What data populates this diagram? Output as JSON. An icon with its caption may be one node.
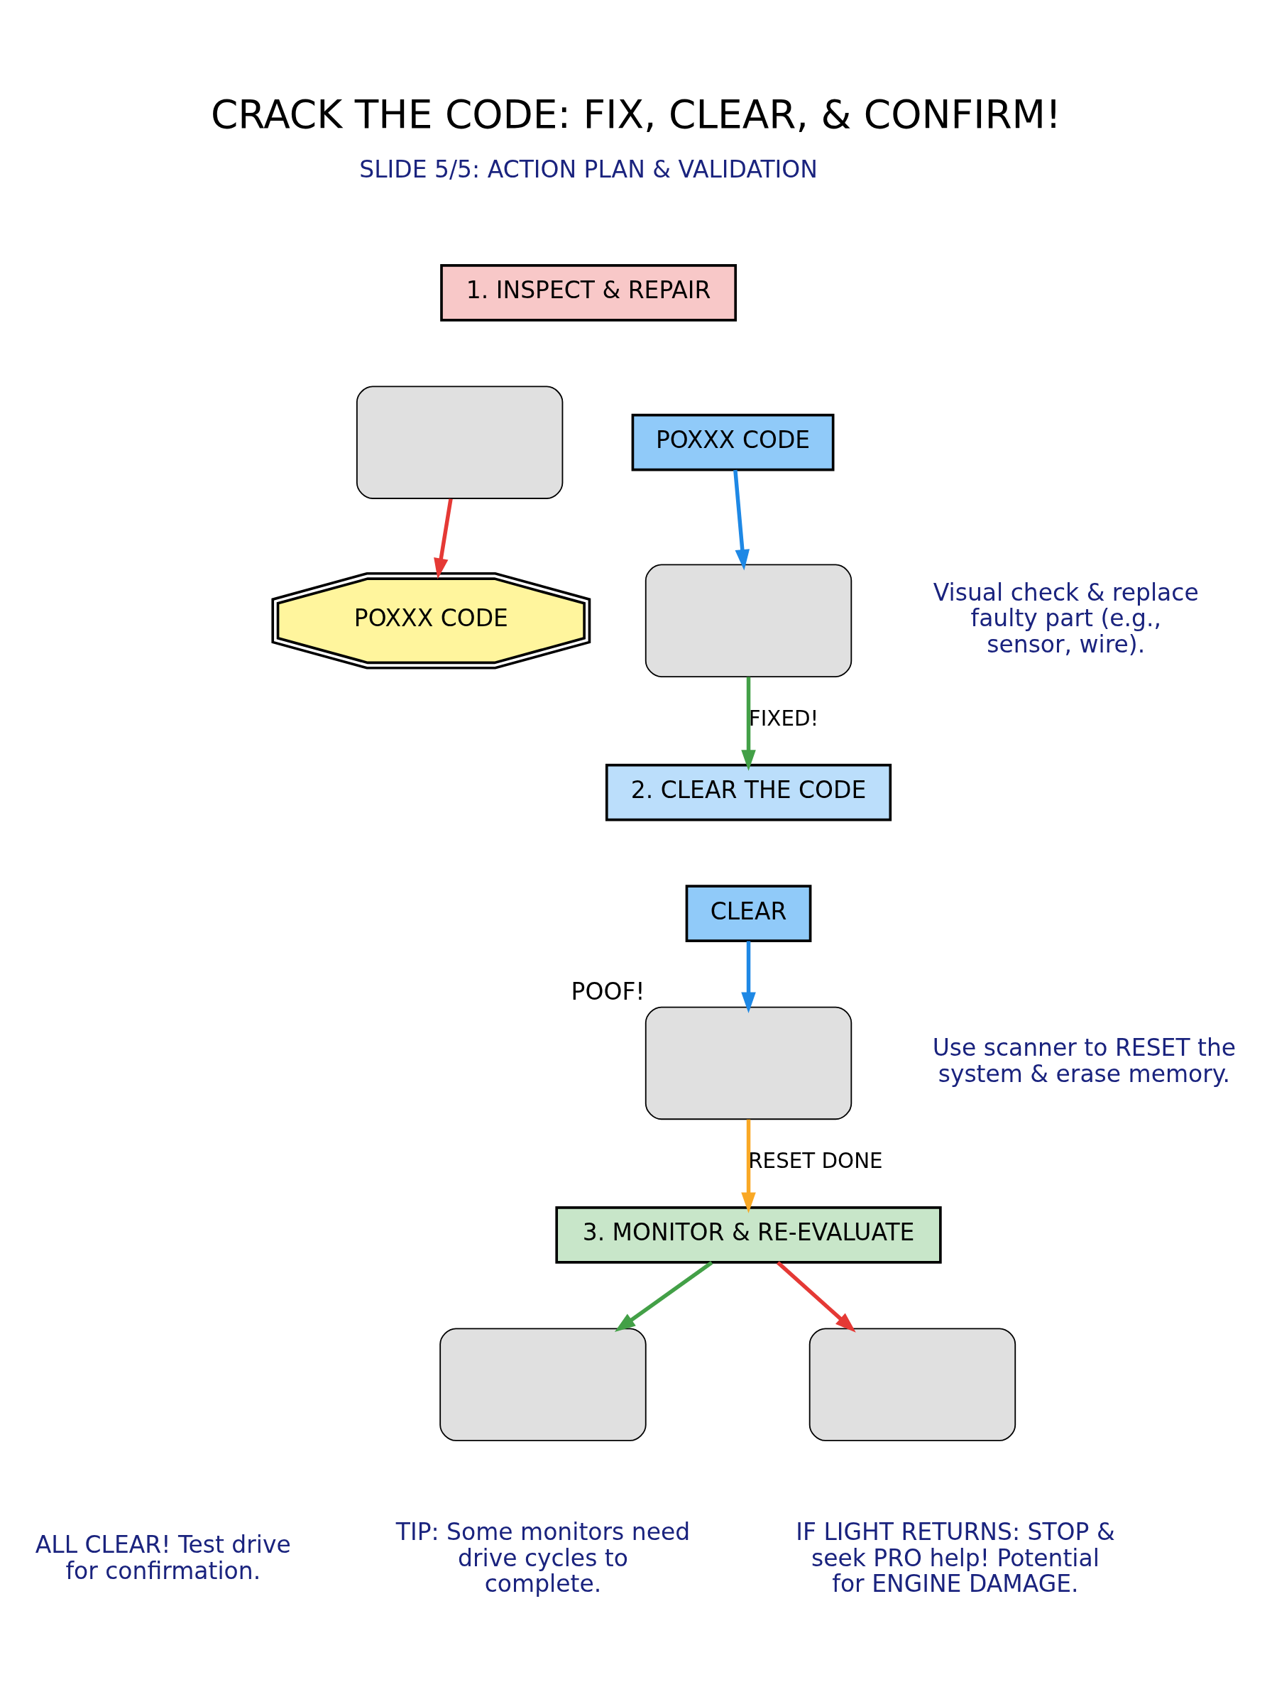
{
  "diagram": {
    "title": "CRACK THE CODE: FIX, CLEAR, & CONFIRM!",
    "nodes": [
      {
        "text": [
          "1. INSPECT & REPAIR"
        ]
      },
      {
        "text": [],
        "shape": "box"
      },
      {
        "text": [
          "POXXX CODE"
        ]
      },
      {
        "text": [
          "POXXX CODE"
        ]
      },
      {
        "text": [],
        "shape": "box"
      },
      {
        "text": [
          "2. CLEAR THE CODE"
        ]
      },
      {
        "text": [
          "CLEAR"
        ]
      },
      {
        "text": [],
        "shape": "box",
        "beside": [
          "POOF!"
        ]
      },
      {
        "text": [
          "3. MONITOR & RE-EVALUATE"
        ]
      },
      {
        "text": [],
        "shape": "box"
      },
      {
        "text": [],
        "shape": "box"
      }
    ],
    "edges": [
      {
        "from": 1,
        "to": 2,
        "arrow": "to",
        "color": "#e53935"
      },
      {
        "from": 3,
        "to": 4,
        "arrow": "to",
        "color": "#1e88e5"
      },
      {
        "from": 4,
        "to": 5,
        "arrow": "to",
        "label": "FIXED!",
        "color": "#43a047"
      },
      {
        "from": 6,
        "to": 7,
        "arrow": "to",
        "color": "#1e88e5"
      },
      {
        "from": 7,
        "to": 8,
        "arrow": "to",
        "label": "RESET DONE",
        "color": "#f9a825"
      },
      {
        "from": 8,
        "to": 9,
        "arrow": "to",
        "color": "#43a047"
      },
      {
        "from": 8,
        "to": 10,
        "arrow": "to",
        "color": "#e53935"
      }
    ],
    "labels": [
      "SLIDE 5/5: ACTION PLAN & VALIDATION",
      "Visual check & replace faulty part (e.g., sensor, wire).",
      "Use scanner to RESET the system & erase memory.",
      "ALL CLEAR! Test drive for confirmation.",
      "TIP: Some monitors need drive cycles to complete.",
      "IF LIGHT RETURNS: STOP & seek PRO help! Potential for ENGINE DAMAGE."
    ]
  }
}
